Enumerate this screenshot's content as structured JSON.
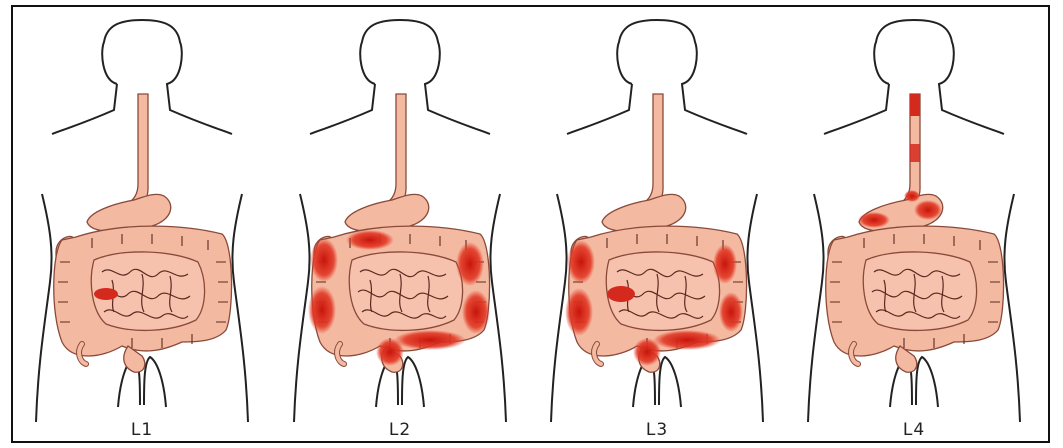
{
  "figure": {
    "panels": [
      {
        "label": "L1",
        "highlight": "terminal-ileum"
      },
      {
        "label": "L2",
        "highlight": "colon"
      },
      {
        "label": "L3",
        "highlight": "ileocolon"
      },
      {
        "label": "L4",
        "highlight": "upper-gi"
      }
    ]
  },
  "colors": {
    "outline": "#222222",
    "tissue": "#f4b9a1",
    "tissue_edge": "#8a4a3a",
    "inflamed": "#d42a1e"
  }
}
